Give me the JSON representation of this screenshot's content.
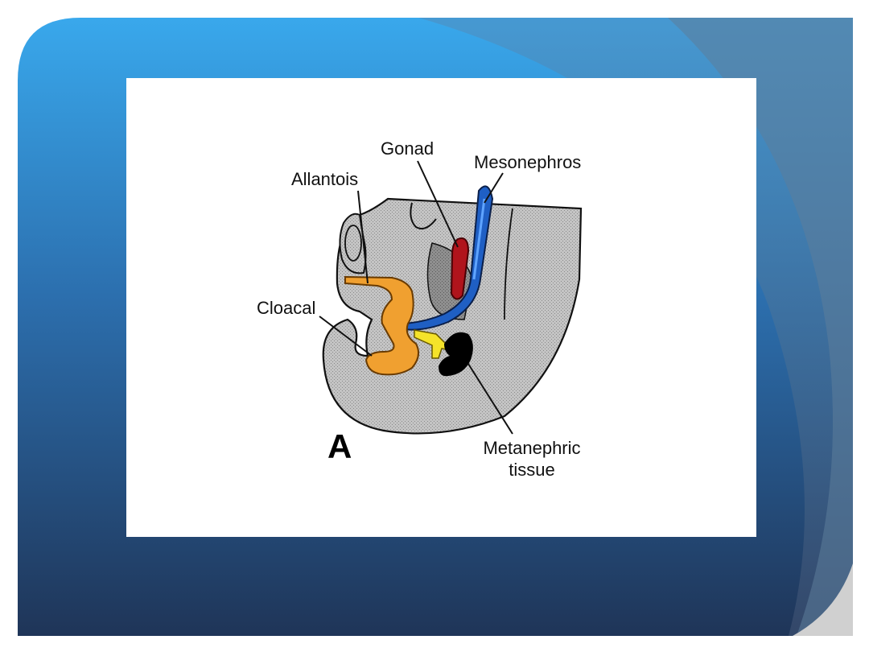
{
  "slide": {
    "background_colors": {
      "top": "#39a8ec",
      "bottom": "#1f3558",
      "swoosh": "#4a6f8e"
    }
  },
  "figure": {
    "panel_letter": "A",
    "labels": {
      "gonad": "Gonad",
      "mesonephros": "Mesonephros",
      "allantois": "Allantois",
      "cloacal": "Cloacal",
      "metanephric_line1": "Metanephric",
      "metanephric_line2": "tissue"
    },
    "colors": {
      "mesonephros": "#1f5fc4",
      "gonad": "#b0141c",
      "cloaca": "#f0a030",
      "ureteric_bud": "#f5e32a",
      "metanephric_tissue": "#000000",
      "embryo_body": "#b9b9b9"
    }
  }
}
